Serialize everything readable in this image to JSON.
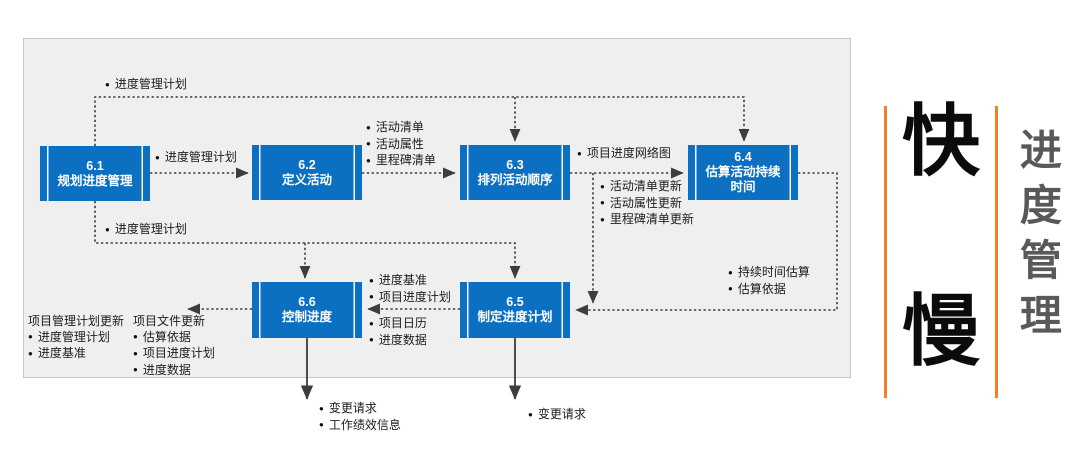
{
  "colors": {
    "process_blue": "#0c70c2",
    "panel_gray": "#efefef",
    "connector_dark": "#3d3d3d",
    "accent_orange": "#f08128",
    "side_title_gray": "#595959",
    "big_char_black": "#0b0b0b"
  },
  "processes": [
    {
      "id": "6.1",
      "name": "规划进度管理"
    },
    {
      "id": "6.2",
      "name": "定义活动"
    },
    {
      "id": "6.3",
      "name": "排列活动顺序"
    },
    {
      "id": "6.4",
      "name": "估算活动持续时间"
    },
    {
      "id": "6.5",
      "name": "制定进度计划"
    },
    {
      "id": "6.6",
      "name": "控制进度"
    }
  ],
  "flow_labels": {
    "top_plan": {
      "items": [
        "进度管理计划"
      ]
    },
    "plan_to_define": {
      "items": [
        "进度管理计划"
      ]
    },
    "define_outputs": {
      "items": [
        "活动清单",
        "活动属性",
        "里程碑清单"
      ]
    },
    "sequence_output": {
      "items": [
        "项目进度网络图"
      ]
    },
    "sequence_updates": {
      "items": [
        "活动清单更新",
        "活动属性更新",
        "里程碑清单更新"
      ]
    },
    "estimate_outputs": {
      "items": [
        "持续时间估算",
        "估算依据"
      ]
    },
    "bottom_plan": {
      "items": [
        "进度管理计划"
      ]
    },
    "develop_to_control_top": {
      "items": [
        "进度基准",
        "项目进度计划"
      ]
    },
    "develop_to_control_bottom": {
      "items": [
        "项目日历",
        "进度数据"
      ]
    },
    "control_updates_plan": {
      "header": "项目管理计划更新",
      "items": [
        "进度管理计划",
        "进度基准"
      ]
    },
    "control_updates_docs": {
      "header": "项目文件更新",
      "items": [
        "估算依据",
        "项目进度计划",
        "进度数据"
      ]
    },
    "control_outputs": {
      "items": [
        "变更请求",
        "工作绩效信息"
      ]
    },
    "develop_outputs": {
      "items": [
        "变更请求"
      ]
    }
  },
  "side": {
    "fast": "快",
    "slow": "慢",
    "title": "进度管理"
  }
}
